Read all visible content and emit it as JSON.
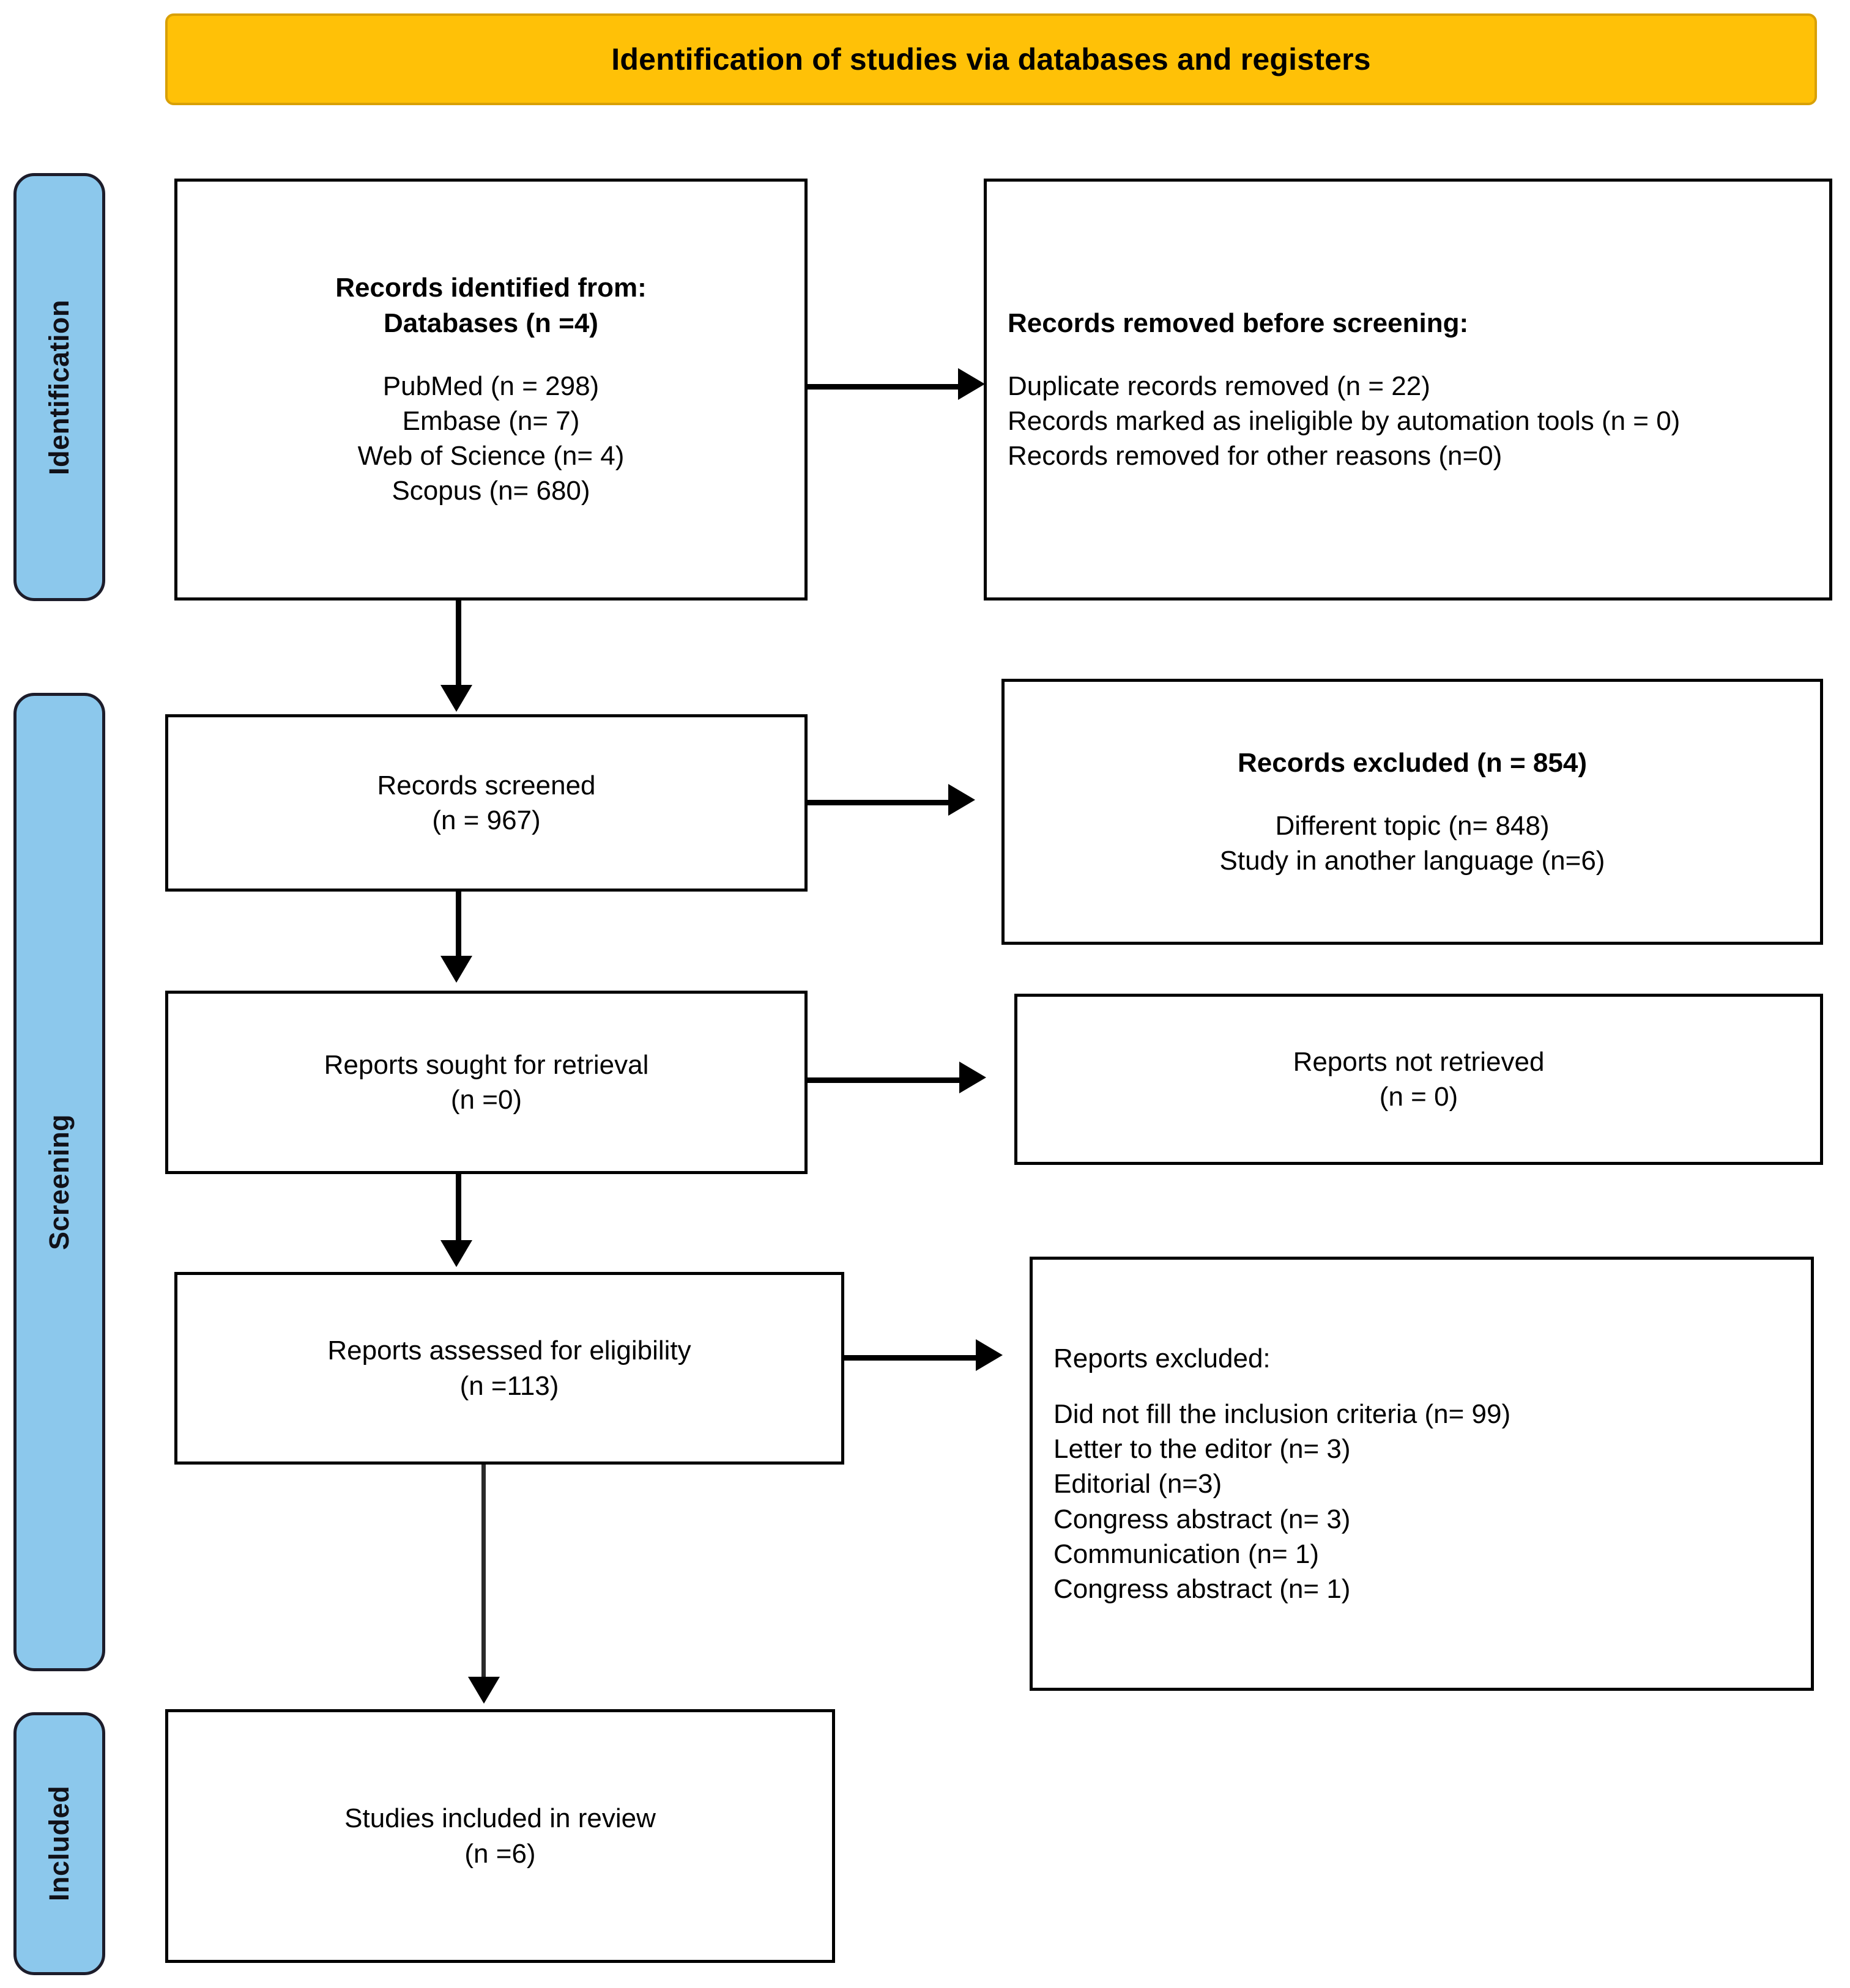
{
  "banner": {
    "title": "Identification of studies via databases and registers",
    "background_color": "#FFC107",
    "border_color": "#D9A006",
    "text_color": "#000000"
  },
  "stages": {
    "color": "#8CC8EC",
    "border_color": "#1d1d2b",
    "identification": "Identification",
    "screening": "Screening",
    "included": "Included"
  },
  "boxes": {
    "identified": {
      "header_line1": "Records identified from:",
      "header_line2": "Databases (n =4)",
      "sources": [
        "PubMed (n = 298)",
        "Embase (n= 7)",
        "Web of Science (n= 4)",
        "Scopus (n= 680)"
      ]
    },
    "removed": {
      "header": "Records removed before screening:",
      "lines": [
        "Duplicate records removed (n = 22)",
        "Records marked as ineligible by automation tools (n = 0)",
        "Records removed for other reasons (n=0)"
      ]
    },
    "screened": {
      "label": "Records screened",
      "count": "(n = 967)"
    },
    "excluded": {
      "header": "Records excluded (n = 854)",
      "reasons": [
        "Different topic (n= 848)",
        "Study in another language (n=6)"
      ]
    },
    "sought": {
      "label": "Reports sought for retrieval",
      "count": "(n =0)"
    },
    "not_retrieved": {
      "label": "Reports not retrieved",
      "count": "(n = 0)"
    },
    "assessed": {
      "label": "Reports assessed for eligibility",
      "count": "(n =113)"
    },
    "reports_excluded": {
      "header": "Reports excluded:",
      "reasons": [
        "Did not fill the inclusion criteria (n= 99)",
        "Letter to the editor (n= 3)",
        "Editorial (n=3)",
        "Congress abstract (n= 3)",
        "Communication (n= 1)",
        "Congress abstract (n= 1)"
      ]
    },
    "included": {
      "label": "Studies included in review",
      "count": "(n =6)"
    }
  },
  "chart_data": {
    "type": "diagram",
    "title": "Identification of studies via databases and registers",
    "nodes": [
      {
        "id": "identified",
        "stage": "Identification",
        "label": "Records identified from: Databases (n =4)",
        "n": 4,
        "detail": {
          "PubMed": 298,
          "Embase": 7,
          "Web of Science": 4,
          "Scopus": 680
        }
      },
      {
        "id": "removed",
        "stage": "Identification",
        "label": "Records removed before screening",
        "detail": {
          "Duplicate records removed": 22,
          "Records marked as ineligible by automation tools": 0,
          "Records removed for other reasons": 0
        }
      },
      {
        "id": "screened",
        "stage": "Screening",
        "label": "Records screened",
        "n": 967
      },
      {
        "id": "excluded",
        "stage": "Screening",
        "label": "Records excluded",
        "n": 854,
        "detail": {
          "Different topic": 848,
          "Study in another language": 6
        }
      },
      {
        "id": "sought",
        "stage": "Screening",
        "label": "Reports sought for retrieval",
        "n": 0
      },
      {
        "id": "not_retrieved",
        "stage": "Screening",
        "label": "Reports not retrieved",
        "n": 0
      },
      {
        "id": "assessed",
        "stage": "Screening",
        "label": "Reports assessed for eligibility",
        "n": 113
      },
      {
        "id": "reports_excluded",
        "stage": "Screening",
        "label": "Reports excluded",
        "detail": {
          "Did not fill the inclusion criteria": 99,
          "Letter to the editor": 3,
          "Editorial": 3,
          "Congress abstract": 3,
          "Communication": 1,
          "Congress abstract (2)": 1
        }
      },
      {
        "id": "included",
        "stage": "Included",
        "label": "Studies included in review",
        "n": 6
      }
    ],
    "edges": [
      {
        "from": "identified",
        "to": "removed",
        "direction": "right"
      },
      {
        "from": "identified",
        "to": "screened",
        "direction": "down"
      },
      {
        "from": "screened",
        "to": "excluded",
        "direction": "right"
      },
      {
        "from": "screened",
        "to": "sought",
        "direction": "down"
      },
      {
        "from": "sought",
        "to": "not_retrieved",
        "direction": "right"
      },
      {
        "from": "sought",
        "to": "assessed",
        "direction": "down"
      },
      {
        "from": "assessed",
        "to": "reports_excluded",
        "direction": "right"
      },
      {
        "from": "assessed",
        "to": "included",
        "direction": "down"
      }
    ]
  }
}
